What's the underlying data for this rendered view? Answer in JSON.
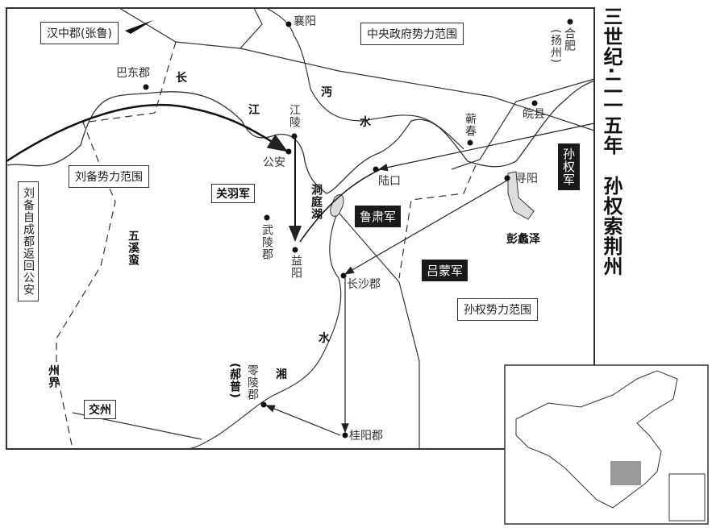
{
  "title": "三世纪·二一五年　孙权索荆州",
  "regions": {
    "hanzhong": "汉中郡(张鲁)",
    "central": "中央政府势力范围",
    "liubei": "刘备势力范围",
    "sunquan": "孙权势力范围",
    "wuximan": "五溪蛮",
    "jiaozhou": "交州",
    "zhoujie": "州界"
  },
  "armies": {
    "guanyu": "关羽军",
    "lusu": "鲁肃军",
    "lvmeng": "吕蒙军",
    "sunquan": "孙权军",
    "liubei_return": "刘备自成都返回公安"
  },
  "places": {
    "xiangyang": "襄阳",
    "hefei": "合肥",
    "yangzhou": "(扬州)",
    "badong": "巴东郡",
    "jiangling": "江陵",
    "gongan": "公安",
    "qichun": "蕲春",
    "wanxian": "皖县",
    "lukou": "陆口",
    "xunyang": "寻阳",
    "wuling": "武陵郡",
    "yiyang": "益阳",
    "changsha": "长沙郡",
    "lingling": "零陵郡",
    "haopu": "(郝普)",
    "guiyang": "桂阳郡"
  },
  "water": {
    "chang": "长",
    "jiang": "江",
    "mian": "沔",
    "shui": "水",
    "dongting": "洞庭湖",
    "pengli": "彭蠡泽",
    "xiang": "湘",
    "xiang_shui": "水"
  }
}
